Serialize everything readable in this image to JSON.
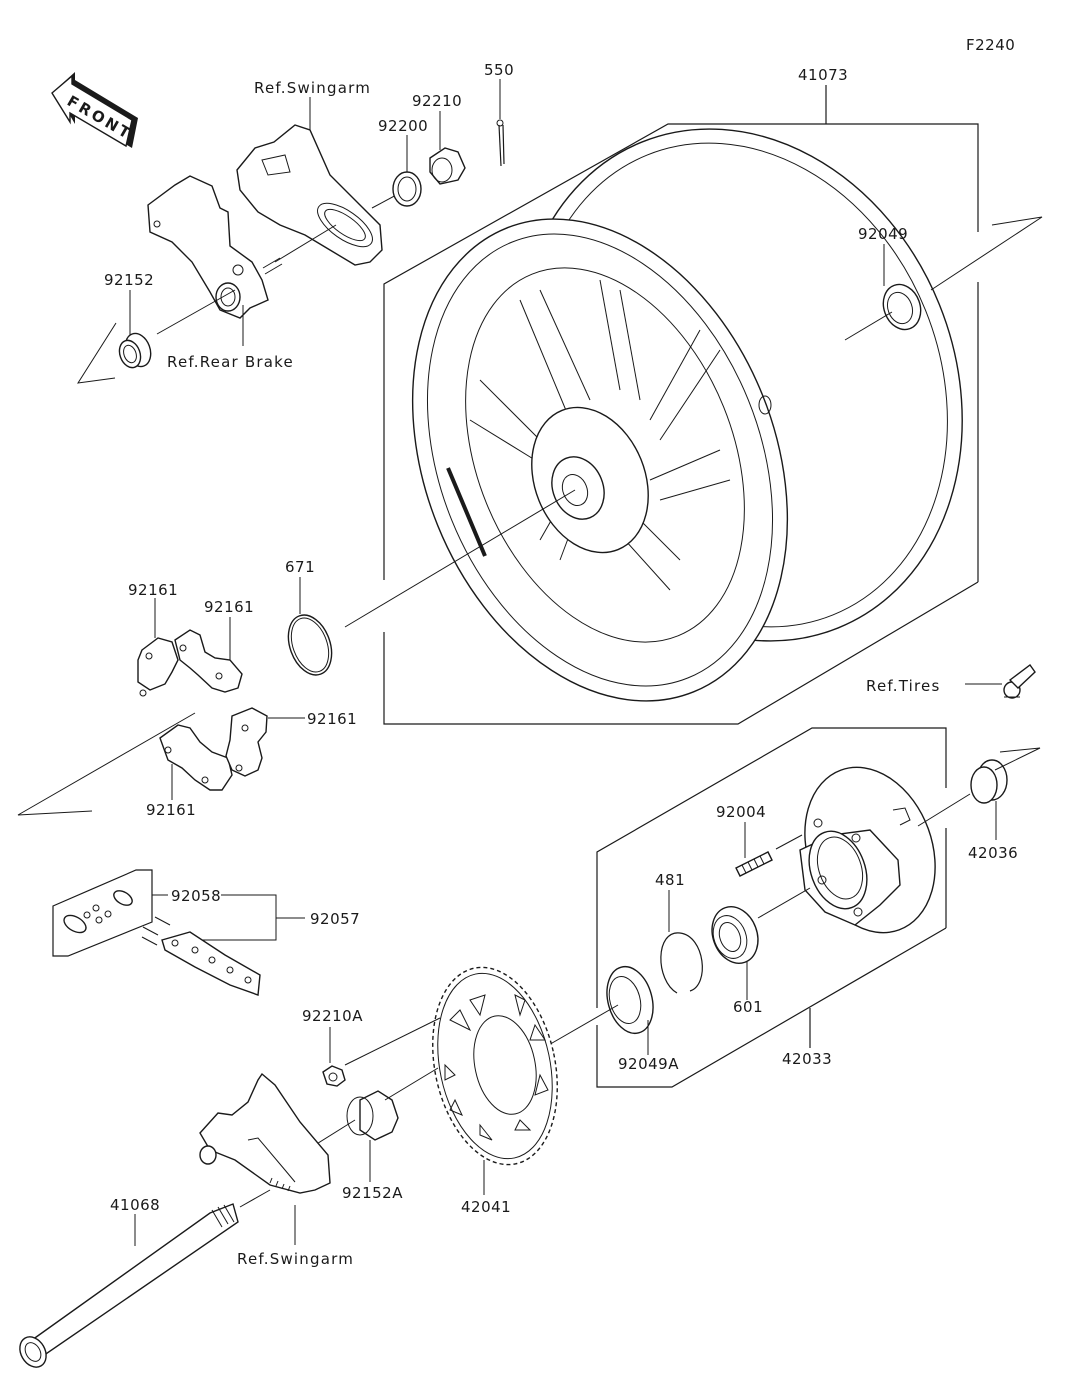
{
  "diagram": {
    "figure_code": "F2240",
    "orientation_label": "FRONT",
    "accent_color": "#1a1a1a",
    "background_color": "#ffffff",
    "callouts": [
      {
        "id": "41073",
        "label": "41073",
        "part": "rear wheel"
      },
      {
        "id": "92049",
        "label": "92049",
        "part": "oil seal right"
      },
      {
        "id": "550",
        "label": "550",
        "part": "cotter pin"
      },
      {
        "id": "92210",
        "label": "92210",
        "part": "axle nut"
      },
      {
        "id": "92200",
        "label": "92200",
        "part": "washer"
      },
      {
        "id": "ref-swingarm-top",
        "label": "Ref.Swingarm",
        "part": "chain adjuster right"
      },
      {
        "id": "92152",
        "label": "92152",
        "part": "collar left"
      },
      {
        "id": "ref-rear-brake",
        "label": "Ref.Rear Brake",
        "part": "caliper bracket"
      },
      {
        "id": "671",
        "label": "671",
        "part": "o-ring"
      },
      {
        "id": "92161-a",
        "label": "92161",
        "part": "damper upper-left"
      },
      {
        "id": "92161-b",
        "label": "92161",
        "part": "damper upper-right"
      },
      {
        "id": "92161-c",
        "label": "92161",
        "part": "damper lower-right"
      },
      {
        "id": "92161-d",
        "label": "92161",
        "part": "damper lower-left"
      },
      {
        "id": "ref-tires",
        "label": "Ref.Tires",
        "part": "valve stem"
      },
      {
        "id": "92004",
        "label": "92004",
        "part": "stud"
      },
      {
        "id": "42036",
        "label": "42036",
        "part": "hub collar"
      },
      {
        "id": "481",
        "label": "481",
        "part": "circlip"
      },
      {
        "id": "601",
        "label": "601",
        "part": "ball bearing"
      },
      {
        "id": "92049A",
        "label": "92049A",
        "part": "oil seal hub"
      },
      {
        "id": "42033",
        "label": "42033",
        "part": "sprocket coupling"
      },
      {
        "id": "92058",
        "label": "92058",
        "part": "master link"
      },
      {
        "id": "92057",
        "label": "92057",
        "part": "drive chain"
      },
      {
        "id": "92210A",
        "label": "92210A",
        "part": "sprocket nut"
      },
      {
        "id": "92152A",
        "label": "92152A",
        "part": "collar right"
      },
      {
        "id": "42041",
        "label": "42041",
        "part": "rear sprocket"
      },
      {
        "id": "41068",
        "label": "41068",
        "part": "rear axle"
      },
      {
        "id": "ref-swingarm-bottom",
        "label": "Ref.Swingarm",
        "part": "chain adjuster left"
      }
    ]
  }
}
